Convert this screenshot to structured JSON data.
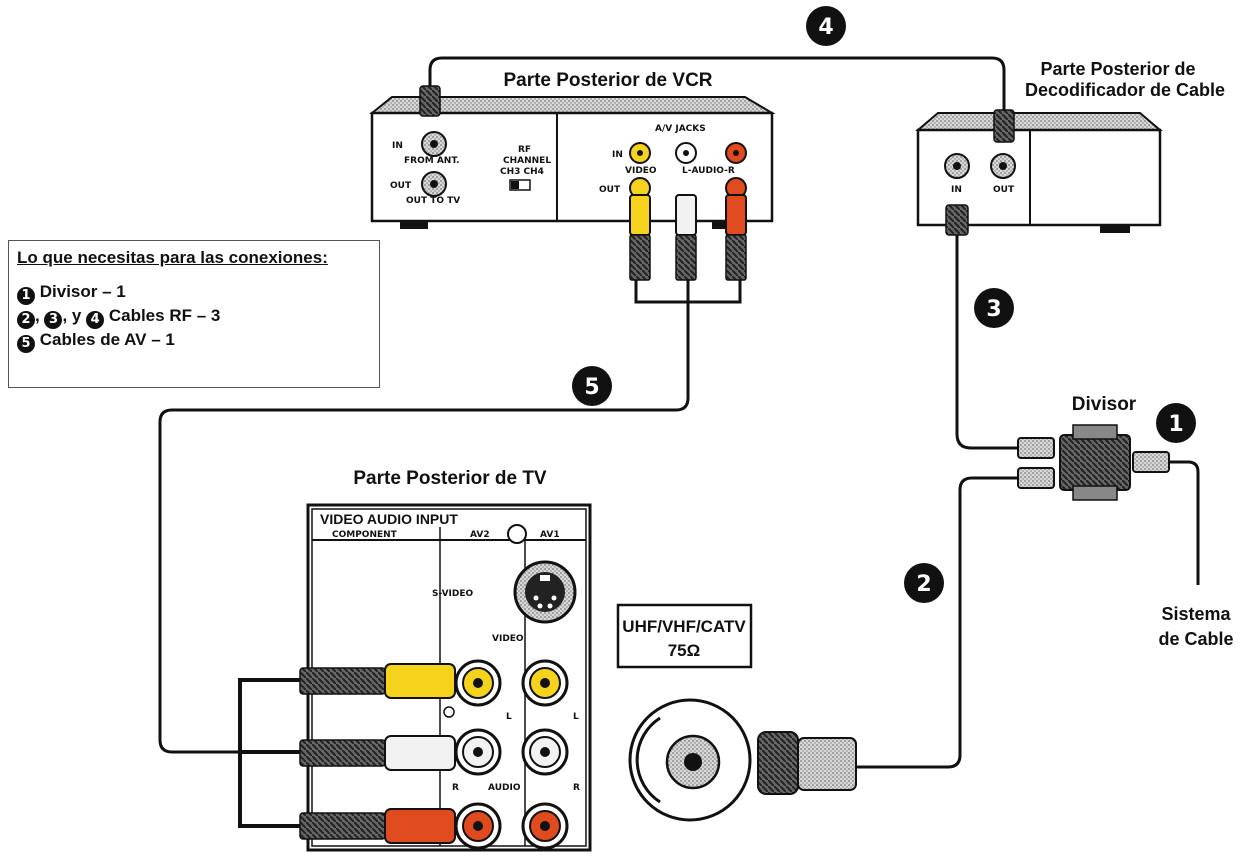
{
  "labels": {
    "vcr": "Parte Posterior de VCR",
    "decoder_line1": "Parte Posterior de",
    "decoder_line2": "Decodificador de Cable",
    "tv": "Parte Posterior de TV",
    "splitter": "Divisor",
    "cable_system_line1": "Sistema",
    "cable_system_line2": "de Cable",
    "antenna_input_line1": "UHF/VHF/CATV",
    "antenna_input_line2": "75Ω"
  },
  "vcr_panel": {
    "in": "IN",
    "from_ant": "FROM ANT.",
    "out": "OUT",
    "out_to_tv": "OUT TO TV",
    "rf_channel": "RF",
    "rf_channel_2": "CHANNEL",
    "rf_ch": "CH3 CH4",
    "av_jacks": "A/V JACKS",
    "av_in": "IN",
    "av_out": "OUT",
    "video": "VIDEO",
    "audio": "L-AUDIO-R"
  },
  "decoder_panel": {
    "in": "IN",
    "out": "OUT"
  },
  "tv_panel": {
    "header": "VIDEO AUDIO INPUT",
    "component": "COMPONENT",
    "av2": "AV2",
    "av1": "AV1",
    "svideo": "S-VIDEO",
    "video": "VIDEO",
    "l_left": "L",
    "l_right": "L",
    "audio": "AUDIO",
    "r_left": "R",
    "r_right": "R"
  },
  "cable_numbers": {
    "splitter": "1",
    "cable_2": "2",
    "cable_3": "3",
    "cable_4": "4",
    "cable_5": "5"
  },
  "needs": {
    "title": "Lo que necesitas para las conexiones",
    "title_suffix": ":",
    "item1_label": "Divisor – 1",
    "item2_sep1": ",",
    "item2_sep2": ", y",
    "item2_label": "Cables RF – 3",
    "item3_label": "Cables de AV  – 1",
    "num1": "1",
    "num2": "2",
    "num3": "3",
    "num4": "4",
    "num5": "5"
  },
  "colors": {
    "yellow": "#f5d31c",
    "white_plug": "#f2f2f2",
    "red": "#e04a1f",
    "line": "#111111",
    "gray": "#9a9a9a"
  }
}
